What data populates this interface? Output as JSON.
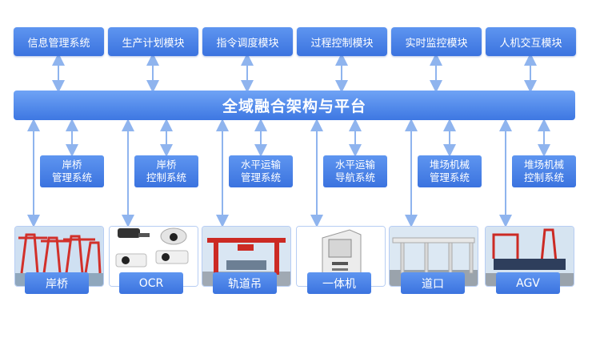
{
  "top_modules": [
    "信息管理系统",
    "生产计划模块",
    "指令调度模块",
    "过程控制模块",
    "实时监控模块",
    "人机交互模块"
  ],
  "platform": "全域融合架构与平台",
  "sub_systems": [
    [
      "岸桥",
      "管理系统"
    ],
    [
      "岸桥",
      "控制系统"
    ],
    [
      "水平运输",
      "管理系统"
    ],
    [
      "水平运输",
      "导航系统"
    ],
    [
      "堆场机械",
      "管理系统"
    ],
    [
      "堆场机械",
      "控制系统"
    ]
  ],
  "devices": [
    "岸桥",
    "OCR",
    "轨道吊",
    "一体机",
    "道口",
    "AGV"
  ],
  "colors": {
    "accent": "#3b73df",
    "arrow": "#8fb4ee"
  }
}
